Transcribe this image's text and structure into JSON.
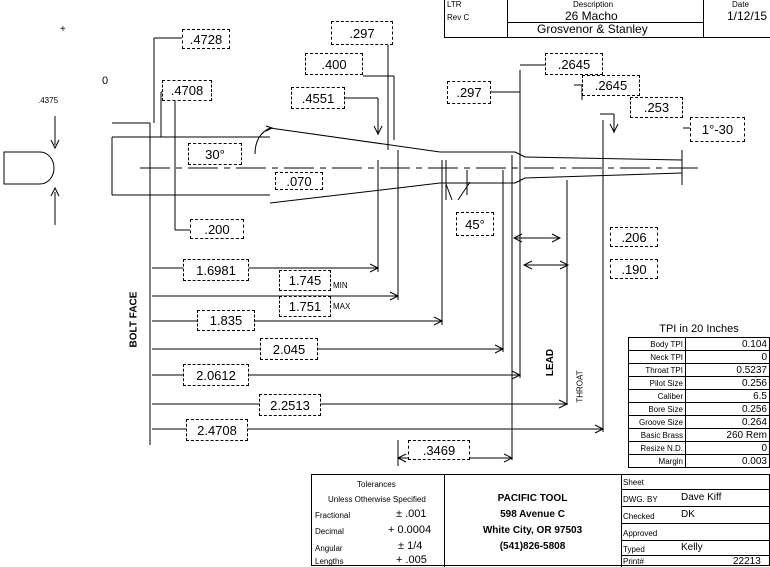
{
  "title_block": {
    "ltr_label": "LTR",
    "rev": "Rev C",
    "desc_label": "Description",
    "description": "26 Macho",
    "client": "Grosvenor & Stanley",
    "date_label": "Date",
    "date": "1/12/15"
  },
  "marks": {
    "plus": "+",
    "zero": "0",
    "pin_dia": ".4375"
  },
  "dimensions": {
    "d4728": ".4728",
    "d4708": ".4708",
    "d200": ".200",
    "d297a": ".297",
    "d400": ".400",
    "d4551": ".4551",
    "d297b": ".297",
    "d2645a": ".2645",
    "d2645b": ".2645",
    "d253": ".253",
    "angle1_30": "1°-30",
    "angle30": "30°",
    "d070": ".070",
    "angle45": "45°",
    "d206": ".206",
    "d190": ".190",
    "d16981": "1.6981",
    "d1745": "1.745",
    "min": "MIN",
    "d1751": "1.751",
    "max": "MAX",
    "d1835": "1.835",
    "d2045": "2.045",
    "d20612": "2.0612",
    "d22513": "2.2513",
    "d24708": "2.4708",
    "d3469": ".3469"
  },
  "side_labels": {
    "bolt_face": "BOLT FACE",
    "lead": "LEAD",
    "throat": "THROAT"
  },
  "tpi": {
    "title": "TPI in 20 Inches",
    "rows": [
      {
        "k": "Body TPI",
        "v": "0.104"
      },
      {
        "k": "Neck TPI",
        "v": "0"
      },
      {
        "k": "Throat TPI",
        "v": "0.5237"
      },
      {
        "k": "Pilot Size",
        "v": "0.256"
      },
      {
        "k": "Caliber",
        "v": "6.5"
      },
      {
        "k": "Bore Size",
        "v": "0.256"
      },
      {
        "k": "Groove Size",
        "v": "0.264"
      },
      {
        "k": "Basic Brass",
        "v": "260 Rem"
      },
      {
        "k": "Resize N.D.",
        "v": "0"
      },
      {
        "k": "Margin",
        "v": "0.003"
      }
    ]
  },
  "tolerances": {
    "title": "Tolerances",
    "subtitle": "Unless Otherwise Specified",
    "fractional_label": "Fractional",
    "fractional_value": "± .001",
    "decimal_label": "Decimal",
    "decimal_value": "+ 0.0004",
    "angular_label": "Angular",
    "angular_value": "± 1/4",
    "lengths_label": "Lengths",
    "lengths_value": "+ .005"
  },
  "company": {
    "name": "PACIFIC TOOL",
    "address1": "598 Avenue C",
    "address2": "White City, OR 97503",
    "phone": "(541)826-5808"
  },
  "signoff": {
    "sheet_label": "Sheet",
    "dwg_label": "DWG. BY",
    "dwg_value": "Dave Kiff",
    "checked_label": "Checked",
    "checked_value": "DK",
    "approved_label": "Approved",
    "typed_label": "Typed",
    "typed_value": "Kelly",
    "print_label": "Print#",
    "print_value": "22213"
  }
}
